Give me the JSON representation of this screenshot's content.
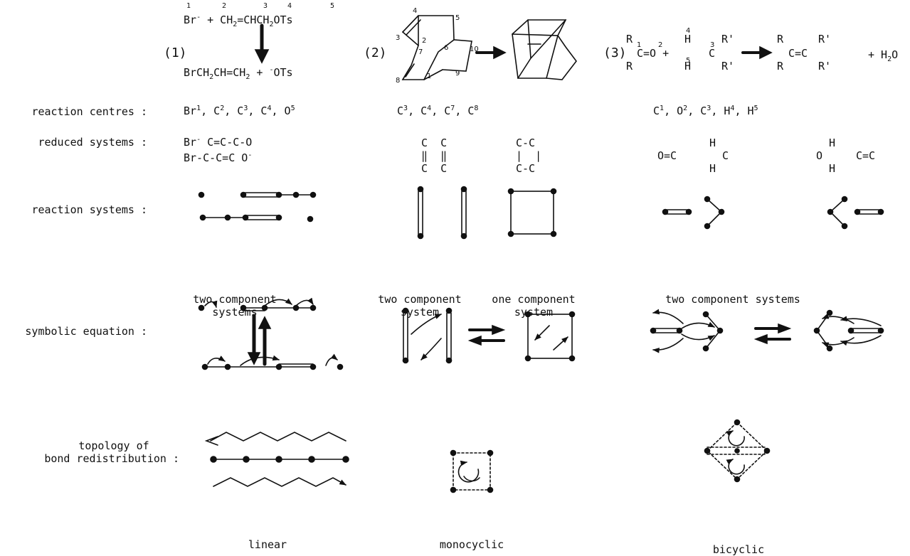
{
  "reactions": {
    "r1": {
      "label": "(1)",
      "reactant_line": "Br⁻ + CH₂=CHCH₂OTs",
      "reactant_numbers": [
        "1",
        "2",
        "3",
        "4",
        "5"
      ],
      "product_line": "BrCH₂CH=CH₂ + ⁻OTs"
    },
    "r2": {
      "label": "(2)",
      "atom_numbers": [
        "1",
        "2",
        "3",
        "4",
        "5",
        "6",
        "7",
        "8",
        "9",
        "10"
      ]
    },
    "r3": {
      "label": "(3)",
      "reactant_line": "R₂C=O + H₂CR'₂",
      "numbers": [
        "1",
        "2",
        "3",
        "4",
        "5"
      ],
      "product_line": "R₂C=CR'₂ + H₂O"
    }
  },
  "row_labels": {
    "reaction_centres": "reaction centres :",
    "reduced_systems": "reduced systems :",
    "reaction_systems": "reaction systems :",
    "symbolic_equation": "symbolic equation :",
    "topology_line1": "topology of",
    "topology_line2": "bond redistribution :"
  },
  "reaction_centres": {
    "r1": "Br¹, C², C³, C⁴, O⁵",
    "r2": "C³, C⁴, C⁷, C⁸",
    "r3": "C¹, O², C³, H⁴, H⁵"
  },
  "reduced_systems": {
    "r1_line1": "Br⁻   C=C-C-O",
    "r1_line2": "Br-C-C=C    O⁻",
    "r2_left": "C  C\n‖  ‖\nC  C",
    "r2_right": "C-C\n|  |\nC-C",
    "r3_a": "O=C",
    "r3_b": "H\n  C\nH",
    "r3_c": "  H\nO\n  H",
    "r3_d": "C=C"
  },
  "captions": {
    "r1_systems": "two component\nsystems",
    "r2_system_a": "two component\nsystem",
    "r2_system_b": "one component\nsystem",
    "r3_systems": "two component systems",
    "topology_r1": "linear",
    "topology_r2": "monocyclic",
    "topology_r3": "bicyclic"
  }
}
